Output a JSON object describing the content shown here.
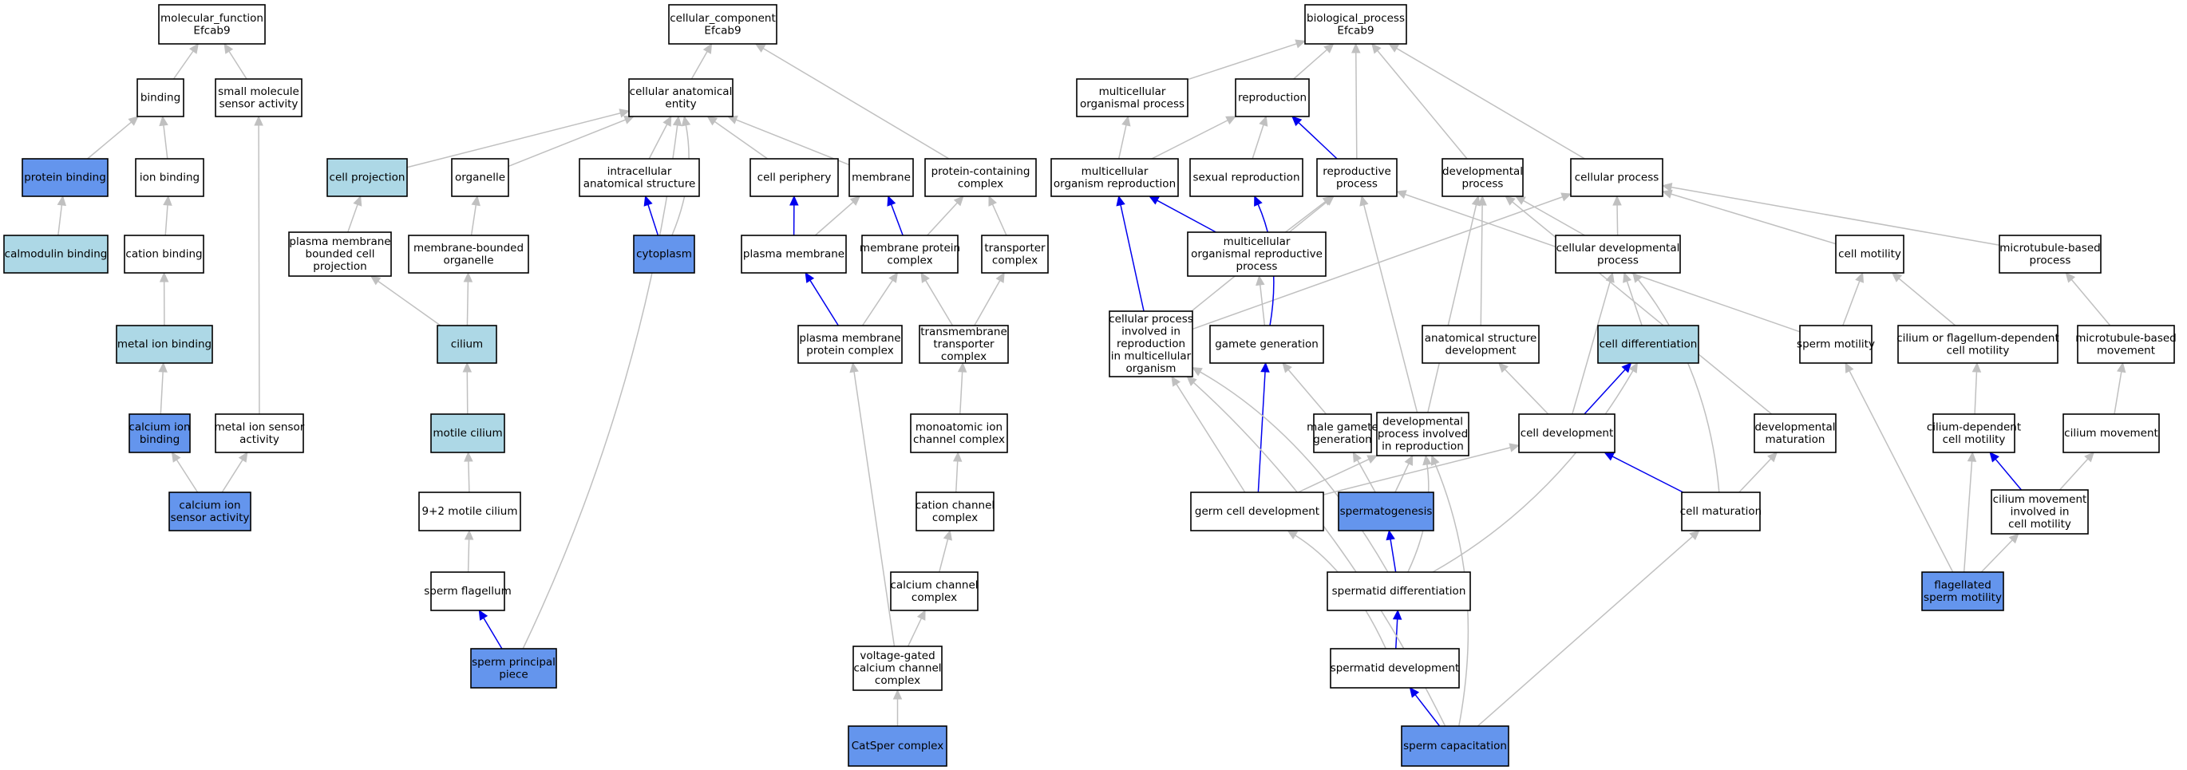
{
  "styles": {
    "fill": {
      "plain": "#ffffff",
      "light": "#add8e6",
      "dark": "#6495ed"
    },
    "edge": {
      "gray": "#c0c0c0",
      "blue": "#0000ee"
    }
  },
  "nodes": [
    {
      "id": "mf_root",
      "label": [
        "molecular_function",
        "Efcab9"
      ],
      "style": "plain"
    },
    {
      "id": "binding",
      "label": [
        "binding"
      ],
      "style": "plain"
    },
    {
      "id": "small_molecule",
      "label": [
        "small molecule",
        "sensor activity"
      ],
      "style": "plain"
    },
    {
      "id": "protein_binding",
      "label": [
        "protein binding"
      ],
      "style": "dark"
    },
    {
      "id": "ion_binding",
      "label": [
        "ion binding"
      ],
      "style": "plain"
    },
    {
      "id": "calmodulin",
      "label": [
        "calmodulin binding"
      ],
      "style": "light"
    },
    {
      "id": "cation_binding",
      "label": [
        "cation binding"
      ],
      "style": "plain"
    },
    {
      "id": "metal_ion_binding",
      "label": [
        "metal ion binding"
      ],
      "style": "light"
    },
    {
      "id": "calcium_ion_binding",
      "label": [
        "calcium ion",
        "binding"
      ],
      "style": "dark"
    },
    {
      "id": "metal_ion_sensor",
      "label": [
        "metal ion sensor",
        "activity"
      ],
      "style": "plain"
    },
    {
      "id": "calcium_ion_sensor",
      "label": [
        "calcium ion",
        "sensor activity"
      ],
      "style": "dark"
    },
    {
      "id": "cc_root",
      "label": [
        "cellular_component",
        "Efcab9"
      ],
      "style": "plain"
    },
    {
      "id": "cae",
      "label": [
        "cellular anatomical",
        "entity"
      ],
      "style": "plain"
    },
    {
      "id": "cell_projection",
      "label": [
        "cell projection"
      ],
      "style": "light"
    },
    {
      "id": "organelle",
      "label": [
        "organelle"
      ],
      "style": "plain"
    },
    {
      "id": "intracellular",
      "label": [
        "intracellular",
        "anatomical structure"
      ],
      "style": "plain"
    },
    {
      "id": "cell_periphery",
      "label": [
        "cell periphery"
      ],
      "style": "plain"
    },
    {
      "id": "membrane",
      "label": [
        "membrane"
      ],
      "style": "plain"
    },
    {
      "id": "protein_containing",
      "label": [
        "protein-containing",
        "complex"
      ],
      "style": "plain"
    },
    {
      "id": "pm_bounded",
      "label": [
        "plasma membrane",
        "bounded cell",
        "projection"
      ],
      "style": "plain"
    },
    {
      "id": "membrane_bounded",
      "label": [
        "membrane-bounded",
        "organelle"
      ],
      "style": "plain"
    },
    {
      "id": "cytoplasm",
      "label": [
        "cytoplasm"
      ],
      "style": "dark"
    },
    {
      "id": "plasma_membrane",
      "label": [
        "plasma membrane"
      ],
      "style": "plain"
    },
    {
      "id": "membrane_protein_complex",
      "label": [
        "membrane protein",
        "complex"
      ],
      "style": "plain"
    },
    {
      "id": "transporter_complex",
      "label": [
        "transporter",
        "complex"
      ],
      "style": "plain"
    },
    {
      "id": "cilium",
      "label": [
        "cilium"
      ],
      "style": "light"
    },
    {
      "id": "pm_protein_complex",
      "label": [
        "plasma membrane",
        "protein complex"
      ],
      "style": "plain"
    },
    {
      "id": "transmembrane",
      "label": [
        "transmembrane",
        "transporter",
        "complex"
      ],
      "style": "plain"
    },
    {
      "id": "motile_cilium",
      "label": [
        "motile cilium"
      ],
      "style": "light"
    },
    {
      "id": "monoatomic",
      "label": [
        "monoatomic ion",
        "channel complex"
      ],
      "style": "plain"
    },
    {
      "id": "nine_two",
      "label": [
        "9+2 motile cilium"
      ],
      "style": "plain"
    },
    {
      "id": "cation_channel",
      "label": [
        "cation channel",
        "complex"
      ],
      "style": "plain"
    },
    {
      "id": "sperm_flagellum",
      "label": [
        "sperm flagellum"
      ],
      "style": "plain"
    },
    {
      "id": "calcium_channel",
      "label": [
        "calcium channel",
        "complex"
      ],
      "style": "plain"
    },
    {
      "id": "sperm_principal",
      "label": [
        "sperm principal",
        "piece"
      ],
      "style": "dark"
    },
    {
      "id": "voltage_gated",
      "label": [
        "voltage-gated",
        "calcium channel",
        "complex"
      ],
      "style": "plain"
    },
    {
      "id": "catsper",
      "label": [
        "CatSper complex"
      ],
      "style": "dark"
    },
    {
      "id": "bp_root",
      "label": [
        "biological_process",
        "Efcab9"
      ],
      "style": "plain"
    },
    {
      "id": "multicellular_op",
      "label": [
        "multicellular",
        "organismal process"
      ],
      "style": "plain"
    },
    {
      "id": "reproduction",
      "label": [
        "reproduction"
      ],
      "style": "plain"
    },
    {
      "id": "mc_org_repro",
      "label": [
        "multicellular",
        "organism reproduction"
      ],
      "style": "plain"
    },
    {
      "id": "sexual_repro",
      "label": [
        "sexual reproduction"
      ],
      "style": "plain"
    },
    {
      "id": "repro_process",
      "label": [
        "reproductive",
        "process"
      ],
      "style": "plain"
    },
    {
      "id": "dev_process",
      "label": [
        "developmental",
        "process"
      ],
      "style": "plain"
    },
    {
      "id": "cellular_process",
      "label": [
        "cellular process"
      ],
      "style": "plain"
    },
    {
      "id": "mc_org_repro_process",
      "label": [
        "multicellular",
        "organismal reproductive",
        "process"
      ],
      "style": "plain"
    },
    {
      "id": "cell_dev_process",
      "label": [
        "cellular developmental",
        "process"
      ],
      "style": "plain"
    },
    {
      "id": "cell_motility",
      "label": [
        "cell motility"
      ],
      "style": "plain"
    },
    {
      "id": "microtubule_process",
      "label": [
        "microtubule-based",
        "process"
      ],
      "style": "plain"
    },
    {
      "id": "cp_in_repro",
      "label": [
        "cellular process",
        "involved in",
        "reproduction",
        "in multicellular",
        "organism"
      ],
      "style": "plain"
    },
    {
      "id": "gamete_generation",
      "label": [
        "gamete generation"
      ],
      "style": "plain"
    },
    {
      "id": "anatomical_dev",
      "label": [
        "anatomical structure",
        "development"
      ],
      "style": "plain"
    },
    {
      "id": "cell_differentiation",
      "label": [
        "cell differentiation"
      ],
      "style": "light"
    },
    {
      "id": "sperm_motility",
      "label": [
        "sperm motility"
      ],
      "style": "plain"
    },
    {
      "id": "cilium_flagellum_motility",
      "label": [
        "cilium or flagellum-dependent",
        "cell motility"
      ],
      "style": "plain"
    },
    {
      "id": "microtubule_movement",
      "label": [
        "microtubule-based",
        "movement"
      ],
      "style": "plain"
    },
    {
      "id": "male_gamete",
      "label": [
        "male gamete",
        "generation"
      ],
      "style": "plain"
    },
    {
      "id": "dev_in_repro",
      "label": [
        "developmental",
        "process involved",
        "in reproduction"
      ],
      "style": "plain"
    },
    {
      "id": "cell_development",
      "label": [
        "cell development"
      ],
      "style": "plain"
    },
    {
      "id": "dev_maturation",
      "label": [
        "developmental",
        "maturation"
      ],
      "style": "plain"
    },
    {
      "id": "cilium_dep_motility",
      "label": [
        "cilium-dependent",
        "cell motility"
      ],
      "style": "plain"
    },
    {
      "id": "cilium_movement",
      "label": [
        "cilium movement"
      ],
      "style": "plain"
    },
    {
      "id": "germ_cell_dev",
      "label": [
        "germ cell development"
      ],
      "style": "plain"
    },
    {
      "id": "spermatogenesis",
      "label": [
        "spermatogenesis"
      ],
      "style": "dark"
    },
    {
      "id": "cell_maturation",
      "label": [
        "cell maturation"
      ],
      "style": "plain"
    },
    {
      "id": "cilium_movement_motility",
      "label": [
        "cilium movement",
        "involved in",
        "cell motility"
      ],
      "style": "plain"
    },
    {
      "id": "spermatid_diff",
      "label": [
        "spermatid differentiation"
      ],
      "style": "plain"
    },
    {
      "id": "flagellated_motility",
      "label": [
        "flagellated",
        "sperm motility"
      ],
      "style": "dark"
    },
    {
      "id": "spermatid_dev",
      "label": [
        "spermatid development"
      ],
      "style": "plain"
    },
    {
      "id": "sperm_capacitation",
      "label": [
        "sperm capacitation"
      ],
      "style": "dark"
    }
  ],
  "edges": [
    {
      "from": "binding",
      "to": "mf_root",
      "color": "gray"
    },
    {
      "from": "small_molecule",
      "to": "mf_root",
      "color": "gray"
    },
    {
      "from": "protein_binding",
      "to": "binding",
      "color": "gray"
    },
    {
      "from": "ion_binding",
      "to": "binding",
      "color": "gray"
    },
    {
      "from": "calmodulin",
      "to": "protein_binding",
      "color": "gray"
    },
    {
      "from": "cation_binding",
      "to": "ion_binding",
      "color": "gray"
    },
    {
      "from": "metal_ion_binding",
      "to": "cation_binding",
      "color": "gray"
    },
    {
      "from": "calcium_ion_binding",
      "to": "metal_ion_binding",
      "color": "gray"
    },
    {
      "from": "metal_ion_sensor",
      "to": "small_molecule",
      "color": "gray"
    },
    {
      "from": "calcium_ion_sensor",
      "to": "calcium_ion_binding",
      "color": "gray"
    },
    {
      "from": "calcium_ion_sensor",
      "to": "metal_ion_sensor",
      "color": "gray"
    },
    {
      "from": "cae",
      "to": "cc_root",
      "color": "gray"
    },
    {
      "from": "protein_containing",
      "to": "cc_root",
      "color": "gray"
    },
    {
      "from": "cell_projection",
      "to": "cae",
      "color": "gray"
    },
    {
      "from": "organelle",
      "to": "cae",
      "color": "gray"
    },
    {
      "from": "intracellular",
      "to": "cae",
      "color": "gray"
    },
    {
      "from": "cell_periphery",
      "to": "cae",
      "color": "gray"
    },
    {
      "from": "membrane",
      "to": "cae",
      "color": "gray"
    },
    {
      "from": "cytoplasm",
      "to": "cae",
      "color": "gray",
      "curve": true
    },
    {
      "from": "sperm_principal",
      "to": "cae",
      "color": "gray",
      "curve": true
    },
    {
      "from": "cytoplasm",
      "to": "intracellular",
      "color": "blue"
    },
    {
      "from": "pm_bounded",
      "to": "cell_projection",
      "color": "gray"
    },
    {
      "from": "membrane_bounded",
      "to": "organelle",
      "color": "gray"
    },
    {
      "from": "plasma_membrane",
      "to": "cell_periphery",
      "color": "blue"
    },
    {
      "from": "plasma_membrane",
      "to": "membrane",
      "color": "gray"
    },
    {
      "from": "membrane_protein_complex",
      "to": "membrane",
      "color": "blue"
    },
    {
      "from": "membrane_protein_complex",
      "to": "protein_containing",
      "color": "gray"
    },
    {
      "from": "transporter_complex",
      "to": "protein_containing",
      "color": "gray"
    },
    {
      "from": "cilium",
      "to": "pm_bounded",
      "color": "gray"
    },
    {
      "from": "cilium",
      "to": "membrane_bounded",
      "color": "gray"
    },
    {
      "from": "pm_protein_complex",
      "to": "plasma_membrane",
      "color": "blue"
    },
    {
      "from": "pm_protein_complex",
      "to": "membrane_protein_complex",
      "color": "gray"
    },
    {
      "from": "transmembrane",
      "to": "membrane_protein_complex",
      "color": "gray"
    },
    {
      "from": "transmembrane",
      "to": "transporter_complex",
      "color": "gray"
    },
    {
      "from": "motile_cilium",
      "to": "cilium",
      "color": "gray"
    },
    {
      "from": "monoatomic",
      "to": "transmembrane",
      "color": "gray"
    },
    {
      "from": "nine_two",
      "to": "motile_cilium",
      "color": "gray"
    },
    {
      "from": "cation_channel",
      "to": "monoatomic",
      "color": "gray"
    },
    {
      "from": "sperm_flagellum",
      "to": "nine_two",
      "color": "gray"
    },
    {
      "from": "calcium_channel",
      "to": "cation_channel",
      "color": "gray"
    },
    {
      "from": "sperm_principal",
      "to": "sperm_flagellum",
      "color": "blue"
    },
    {
      "from": "voltage_gated",
      "to": "calcium_channel",
      "color": "gray"
    },
    {
      "from": "voltage_gated",
      "to": "pm_protein_complex",
      "color": "gray"
    },
    {
      "from": "catsper",
      "to": "voltage_gated",
      "color": "gray"
    },
    {
      "from": "multicellular_op",
      "to": "bp_root",
      "color": "gray"
    },
    {
      "from": "reproduction",
      "to": "bp_root",
      "color": "gray"
    },
    {
      "from": "repro_process",
      "to": "bp_root",
      "color": "gray"
    },
    {
      "from": "dev_process",
      "to": "bp_root",
      "color": "gray"
    },
    {
      "from": "cellular_process",
      "to": "bp_root",
      "color": "gray"
    },
    {
      "from": "mc_org_repro",
      "to": "multicellular_op",
      "color": "gray"
    },
    {
      "from": "mc_org_repro",
      "to": "reproduction",
      "color": "gray"
    },
    {
      "from": "sexual_repro",
      "to": "reproduction",
      "color": "gray"
    },
    {
      "from": "repro_process",
      "to": "reproduction",
      "color": "blue"
    },
    {
      "from": "mc_org_repro_process",
      "to": "mc_org_repro",
      "color": "blue"
    },
    {
      "from": "mc_org_repro_process",
      "to": "repro_process",
      "color": "gray"
    },
    {
      "from": "cell_dev_process",
      "to": "dev_process",
      "color": "gray"
    },
    {
      "from": "cell_dev_process",
      "to": "cellular_process",
      "color": "gray"
    },
    {
      "from": "cell_motility",
      "to": "cellular_process",
      "color": "gray"
    },
    {
      "from": "microtubule_process",
      "to": "cellular_process",
      "color": "gray"
    },
    {
      "from": "cp_in_repro",
      "to": "mc_org_repro",
      "color": "blue"
    },
    {
      "from": "cp_in_repro",
      "to": "repro_process",
      "color": "gray"
    },
    {
      "from": "cp_in_repro",
      "to": "cellular_process",
      "color": "gray"
    },
    {
      "from": "gamete_generation",
      "to": "sexual_repro",
      "color": "blue",
      "curve": true
    },
    {
      "from": "gamete_generation",
      "to": "mc_org_repro_process",
      "color": "gray"
    },
    {
      "from": "anatomical_dev",
      "to": "dev_process",
      "color": "gray"
    },
    {
      "from": "cell_differentiation",
      "to": "cell_dev_process",
      "color": "gray"
    },
    {
      "from": "sperm_motility",
      "to": "repro_process",
      "color": "gray"
    },
    {
      "from": "sperm_motility",
      "to": "cell_motility",
      "color": "gray"
    },
    {
      "from": "cilium_flagellum_motility",
      "to": "cell_motility",
      "color": "gray"
    },
    {
      "from": "microtubule_movement",
      "to": "microtubule_process",
      "color": "gray"
    },
    {
      "from": "male_gamete",
      "to": "gamete_generation",
      "color": "gray"
    },
    {
      "from": "dev_in_repro",
      "to": "repro_process",
      "color": "gray"
    },
    {
      "from": "dev_in_repro",
      "to": "dev_process",
      "color": "gray"
    },
    {
      "from": "cell_development",
      "to": "anatomical_dev",
      "color": "gray"
    },
    {
      "from": "cell_development",
      "to": "cell_dev_process",
      "color": "gray"
    },
    {
      "from": "cell_development",
      "to": "cell_differentiation",
      "color": "blue"
    },
    {
      "from": "dev_maturation",
      "to": "dev_process",
      "color": "gray"
    },
    {
      "from": "cilium_dep_motility",
      "to": "cilium_flagellum_motility",
      "color": "gray"
    },
    {
      "from": "cilium_movement",
      "to": "microtubule_movement",
      "color": "gray"
    },
    {
      "from": "germ_cell_dev",
      "to": "cp_in_repro",
      "color": "gray"
    },
    {
      "from": "germ_cell_dev",
      "to": "gamete_generation",
      "color": "blue"
    },
    {
      "from": "germ_cell_dev",
      "to": "dev_in_repro",
      "color": "gray"
    },
    {
      "from": "germ_cell_dev",
      "to": "cell_development",
      "color": "gray"
    },
    {
      "from": "spermatogenesis",
      "to": "male_gamete",
      "color": "gray"
    },
    {
      "from": "spermatogenesis",
      "to": "dev_in_repro",
      "color": "gray"
    },
    {
      "from": "cell_maturation",
      "to": "cell_development",
      "color": "blue"
    },
    {
      "from": "cell_maturation",
      "to": "dev_maturation",
      "color": "gray"
    },
    {
      "from": "cell_maturation",
      "to": "cell_dev_process",
      "color": "gray",
      "curve": true
    },
    {
      "from": "cilium_movement_motility",
      "to": "cilium_dep_motility",
      "color": "blue"
    },
    {
      "from": "cilium_movement_motility",
      "to": "cilium_movement",
      "color": "gray"
    },
    {
      "from": "spermatid_diff",
      "to": "spermatogenesis",
      "color": "blue"
    },
    {
      "from": "spermatid_diff",
      "to": "cp_in_repro",
      "color": "gray",
      "curve": true
    },
    {
      "from": "spermatid_diff",
      "to": "dev_in_repro",
      "color": "gray",
      "curve": true
    },
    {
      "from": "spermatid_diff",
      "to": "cell_differentiation",
      "color": "gray",
      "curve": true
    },
    {
      "from": "flagellated_motility",
      "to": "sperm_motility",
      "color": "gray"
    },
    {
      "from": "flagellated_motility",
      "to": "cilium_dep_motility",
      "color": "gray"
    },
    {
      "from": "flagellated_motility",
      "to": "cilium_movement_motility",
      "color": "gray"
    },
    {
      "from": "spermatid_dev",
      "to": "spermatid_diff",
      "color": "blue"
    },
    {
      "from": "spermatid_dev",
      "to": "germ_cell_dev",
      "color": "gray",
      "curve": true
    },
    {
      "from": "sperm_capacitation",
      "to": "spermatid_dev",
      "color": "blue"
    },
    {
      "from": "sperm_capacitation",
      "to": "cp_in_repro",
      "color": "gray",
      "curve": true
    },
    {
      "from": "sperm_capacitation",
      "to": "dev_in_repro",
      "color": "gray",
      "curve": true
    },
    {
      "from": "sperm_capacitation",
      "to": "cell_maturation",
      "color": "gray"
    }
  ]
}
